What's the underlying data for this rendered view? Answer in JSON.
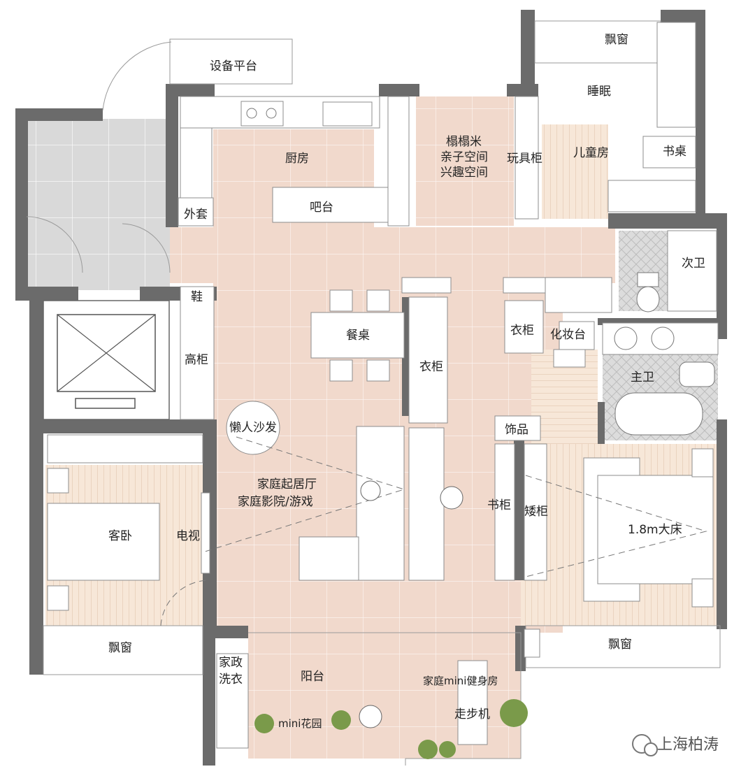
{
  "rooms": {
    "equipment_platform": "设备平台",
    "kitchen": "厨房",
    "bar": "吧台",
    "outer_storage": "外套",
    "tatami": [
      "榻榻米",
      "亲子空间",
      "兴趣空间"
    ],
    "toy_cabinet": "玩具柜",
    "bay_window_top": "飘窗",
    "sleep": "睡眠",
    "kids_room": "儿童房",
    "desk": "书桌",
    "second_bath": "次卫",
    "shoe": "鞋",
    "tall_cabinet": "高柜",
    "dining_table": "餐桌",
    "wardrobe_center": "衣柜",
    "wardrobe_small": "衣柜",
    "vanity": "化妆台",
    "master_bath": "主卫",
    "bean_bag": "懒人沙发",
    "living": [
      "家庭起居厅",
      "家庭影院/游戏"
    ],
    "decor": "饰品",
    "bookcase": "书柜",
    "low_cabinet": "矮柜",
    "guest_bedroom": "客卧",
    "tv": "电视",
    "bed": "1.8m大床",
    "bay_window_left": "飘窗",
    "bay_window_right": "飘窗",
    "housekeeping": [
      "家政",
      "洗衣"
    ],
    "balcony": "阳台",
    "gym": "家庭mini健身房",
    "treadmill": "走步机",
    "garden": "mini花园"
  },
  "watermark": "上海柏涛",
  "colors": {
    "wall": "#6b6b6b",
    "tile": "#f1d9cc",
    "wood": "#f6e6d6",
    "grey_floor": "#d9d9d9"
  }
}
